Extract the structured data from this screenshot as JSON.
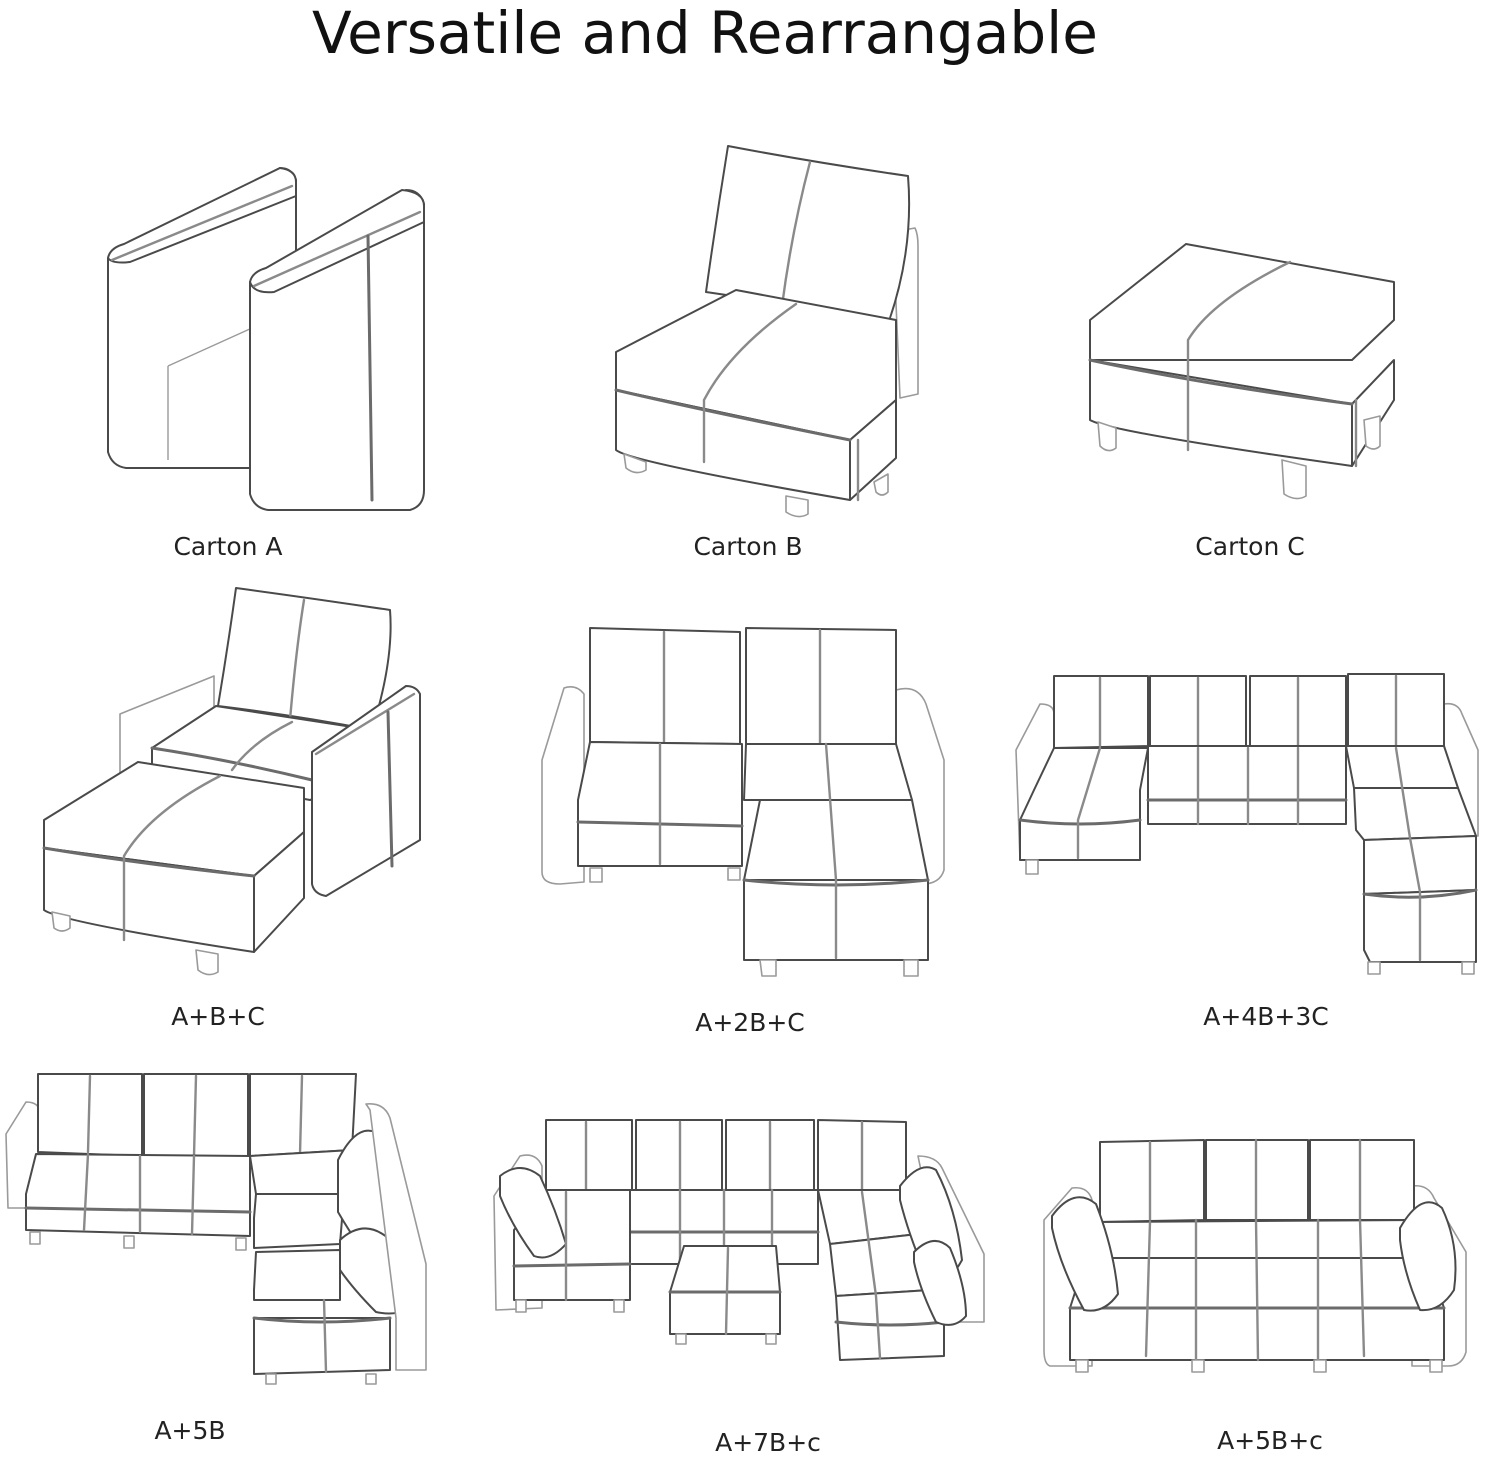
{
  "title": "Versatile and Rearrangable",
  "configurations": [
    {
      "id": "carton-a",
      "label": "Carton A"
    },
    {
      "id": "carton-b",
      "label": "Carton B"
    },
    {
      "id": "carton-c",
      "label": "Carton C"
    },
    {
      "id": "a-b-c",
      "label": "A+B+C"
    },
    {
      "id": "a-2b-c",
      "label": "A+2B+C"
    },
    {
      "id": "a-4b-3c",
      "label": "A+4B+3C"
    },
    {
      "id": "a-5b",
      "label": "A+5B"
    },
    {
      "id": "a-7b-c",
      "label": "A+7B+c"
    },
    {
      "id": "a-5b-c",
      "label": "A+5B+c"
    }
  ]
}
